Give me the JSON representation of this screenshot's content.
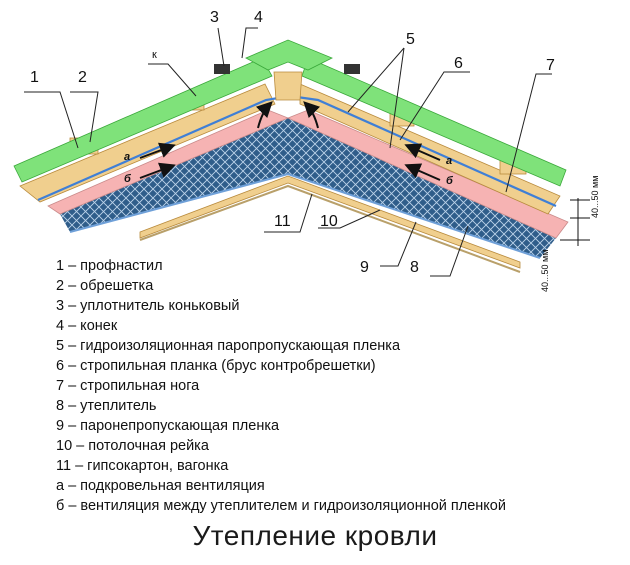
{
  "diagram": {
    "callouts": {
      "c1": "1",
      "c2": "2",
      "c3": "3",
      "c4": "4",
      "c5": "5",
      "c6": "6",
      "c7": "7",
      "c8": "8",
      "c9": "9",
      "c10": "10",
      "c11": "11",
      "ck": "к"
    },
    "flow_labels": {
      "a_left": "а",
      "b_left": "б",
      "a_right": "а",
      "b_right": "б"
    },
    "dimensions": {
      "upper": "40...50 мм",
      "lower": "40...50 мм"
    },
    "colors": {
      "profiled_sheet": "#7fe27a",
      "wood": "#f0cf8e",
      "membrane": "#f6b3b3",
      "insulation": "#2f5d8a",
      "blue_film": "#3f7fd6"
    }
  },
  "legend": [
    "1 – профнастил",
    "2 – обрешетка",
    "3 – уплотнитель коньковый",
    "4 – конек",
    "5 – гидроизоляционная паропропускающая пленка",
    "6 – стропильная планка (брус контробрешетки)",
    "7 – стропильная нога",
    "8 – утеплитель",
    "9 – паронепропускающая пленка",
    "10 – потолочная рейка",
    "11 – гипсокартон, вагонка",
    "а – подкровельная вентиляция",
    "б – вентиляция между утеплителем и гидроизоляционной пленкой"
  ],
  "caption": "Утепление кровли"
}
